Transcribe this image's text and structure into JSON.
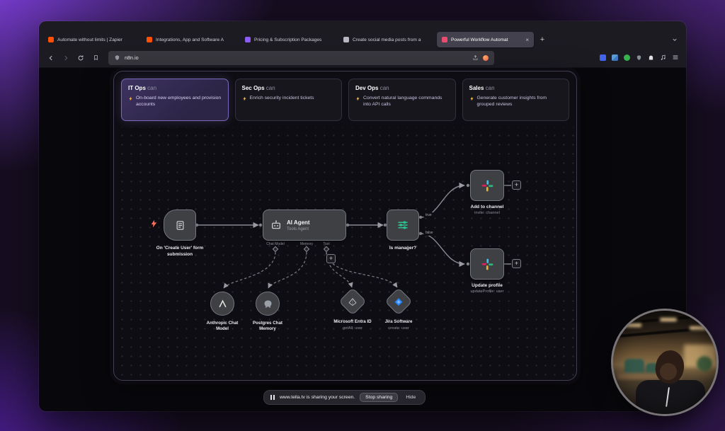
{
  "colors": {
    "accent_purple": "#7a6ab8",
    "n8n_pink": "#ea4b71",
    "zapier_orange": "#ff4f00",
    "bolt_yellow": "#f6b73c",
    "trigger_bolt_red": "#ff6d5a",
    "if_green": "#2fbf8f",
    "slack_blue": "#36C5F0",
    "slack_green": "#2EB67D",
    "slack_yellow": "#ECB22E",
    "slack_red": "#E01E5A",
    "jira_blue": "#2684FF"
  },
  "browser": {
    "tabs": [
      {
        "label": "Automate without limits | Zapier",
        "favicon_color": "#ff4f00"
      },
      {
        "label": "Integrations, App and Software A",
        "favicon_color": "#ff4f00"
      },
      {
        "label": "Pricing & Subscription Packages",
        "favicon_color": "#8b5cf6"
      },
      {
        "label": "Create social media posts from a",
        "favicon_color": "#b8b6c2"
      },
      {
        "label": "Powerful Workflow Automat",
        "favicon_color": "#ea4b71"
      }
    ],
    "close_glyph": "×",
    "new_tab_glyph": "+",
    "url": "n8n.io"
  },
  "cards": [
    {
      "team": "IT Ops",
      "word": "can",
      "desc": "On-board new employees and provision accounts"
    },
    {
      "team": "Sec Ops",
      "word": "can",
      "desc": "Enrich security incident tickets"
    },
    {
      "team": "Dev Ops",
      "word": "can",
      "desc": "Convert natural language commands into API calls"
    },
    {
      "team": "Sales",
      "word": "can",
      "desc": "Generate customer insights from grouped reviews"
    }
  ],
  "workflow": {
    "trigger_label": "On 'Create User' form submission",
    "agent_title": "AI Agent",
    "agent_subtitle": "Tools Agent",
    "ports": {
      "chat_model": "Chat Model",
      "memory": "Memory",
      "tool": "Tool"
    },
    "switch_label": "Is manager?",
    "switch_true": "true",
    "switch_false": "false",
    "plus_glyph": "+",
    "slack_add": {
      "title": "Add to channel",
      "sub": "invite: channel"
    },
    "slack_update": {
      "title": "Update profile",
      "sub": "updateProfile: user"
    },
    "anthropic_title": "Anthropic Chat Model",
    "postgres_title": "Postgres Chat Memory",
    "entra": {
      "title": "Microsoft Entra ID",
      "sub": "getAll: user"
    },
    "jira": {
      "title": "Jira Software",
      "sub": "create: user"
    }
  },
  "share": {
    "text": "www.tella.tv is sharing your screen.",
    "stop_label": "Stop sharing",
    "hide_label": "Hide"
  }
}
